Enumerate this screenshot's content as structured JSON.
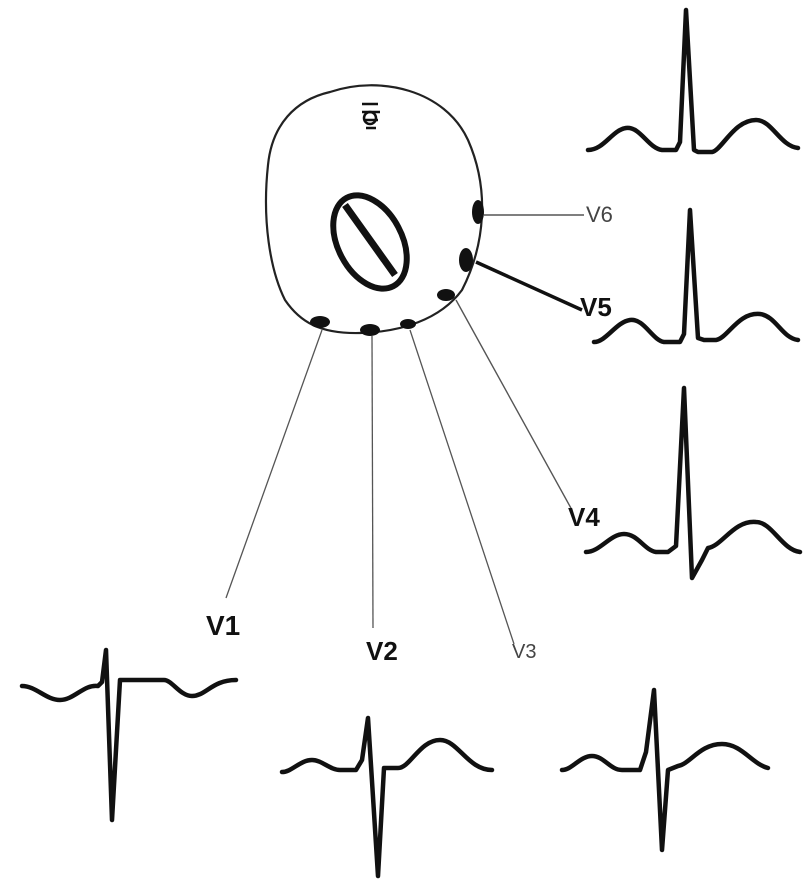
{
  "leads": [
    {
      "id": "v1",
      "name": "V1"
    },
    {
      "id": "v2",
      "name": "V2"
    },
    {
      "id": "v3",
      "name": "V3"
    },
    {
      "id": "v4",
      "name": "V4"
    },
    {
      "id": "v5",
      "name": "V5"
    },
    {
      "id": "v6",
      "name": "V6"
    }
  ],
  "colors": {
    "ink": "#111111",
    "line": "#555555"
  }
}
